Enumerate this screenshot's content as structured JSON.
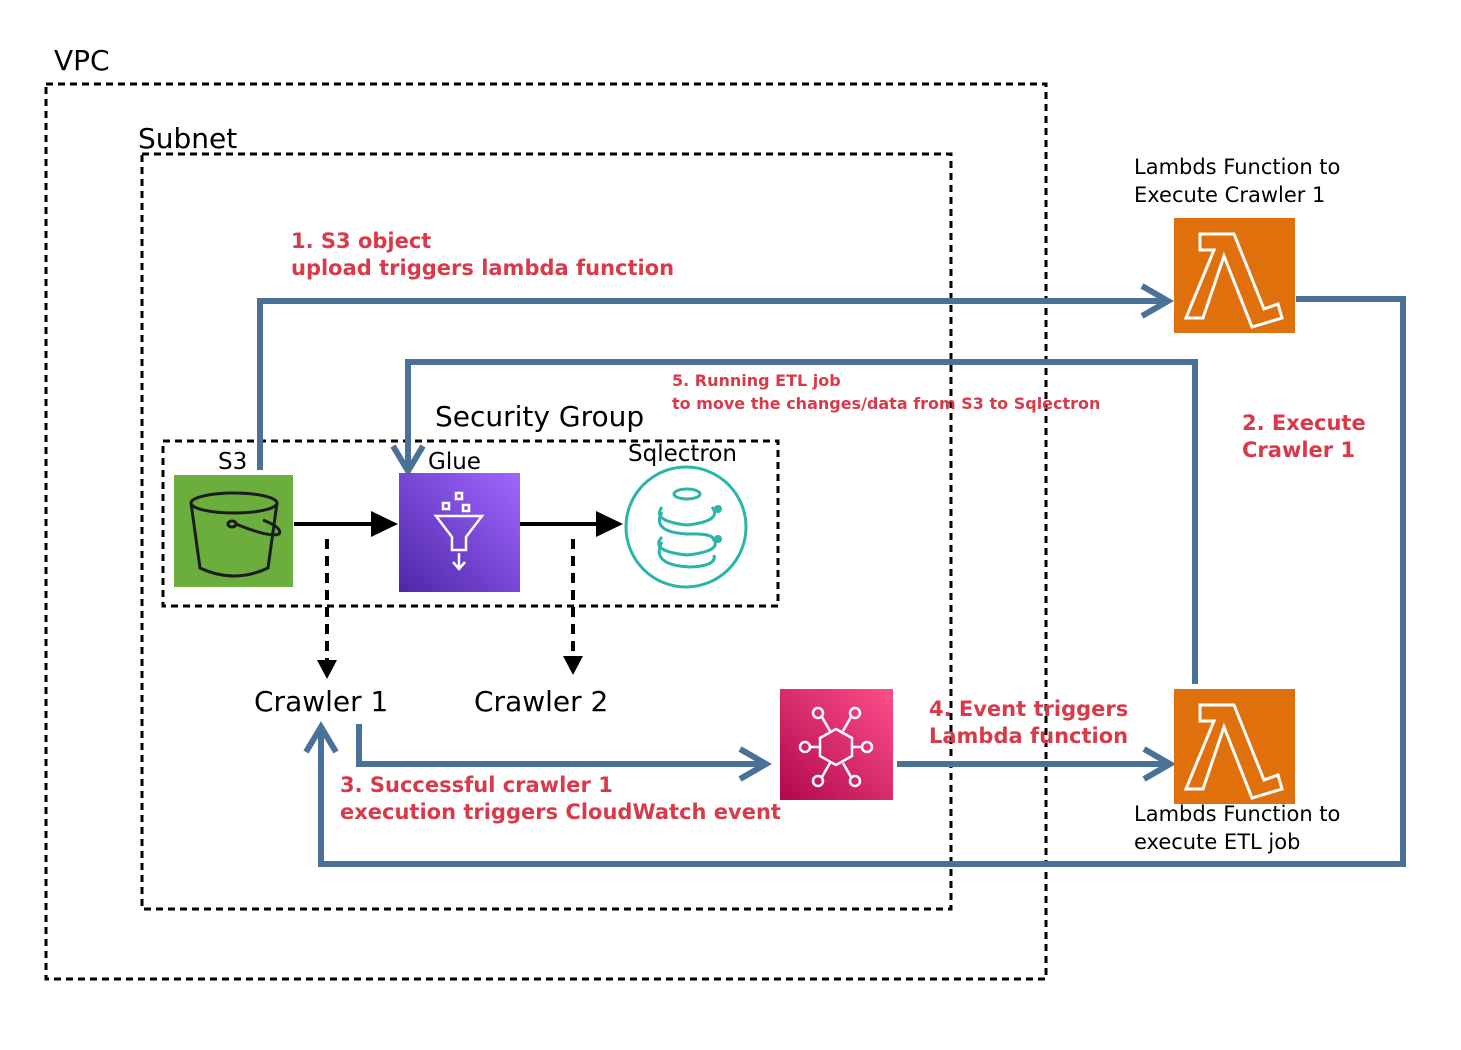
{
  "containers": {
    "vpc": "VPC",
    "subnet": "Subnet",
    "security_group": "Security Group"
  },
  "services": {
    "s3": {
      "label": "S3",
      "icon": "s3-bucket-icon",
      "color": "#6cae3e"
    },
    "glue": {
      "label": "Glue",
      "icon": "glue-funnel-icon",
      "color": "#6b40d0"
    },
    "sqlectron": {
      "label": "Sqlectron",
      "icon": "sqlectron-logo-icon",
      "color": "#2bb5a8"
    },
    "cloudwatch_event": {
      "label": "",
      "icon": "eventbridge-icon",
      "color": "#e7336f"
    },
    "lambda_crawler": {
      "title": [
        "Lambds Function to",
        "Execute Crawler 1"
      ],
      "icon": "lambda-icon",
      "color": "#e0700c"
    },
    "lambda_etl": {
      "title": [
        "Lambds Function to",
        "execute ETL job"
      ],
      "icon": "lambda-icon",
      "color": "#e0700c"
    }
  },
  "crawlers": {
    "crawler1": "Crawler 1",
    "crawler2": "Crawler 2"
  },
  "steps": {
    "step1": [
      "1. S3 object",
      "upload triggers lambda function"
    ],
    "step2": [
      "2. Execute",
      "Crawler 1"
    ],
    "step3": [
      "3. Successful crawler 1",
      "execution triggers CloudWatch event"
    ],
    "step4": [
      "4. Event triggers",
      "Lambda function"
    ],
    "step5": [
      "5. Running ETL job",
      "to move the changes/data from S3 to Sqlectron"
    ]
  },
  "colors": {
    "flow_arrow": "#4a7198",
    "step_text": "#d93a4a",
    "data_arrow": "#000000"
  }
}
